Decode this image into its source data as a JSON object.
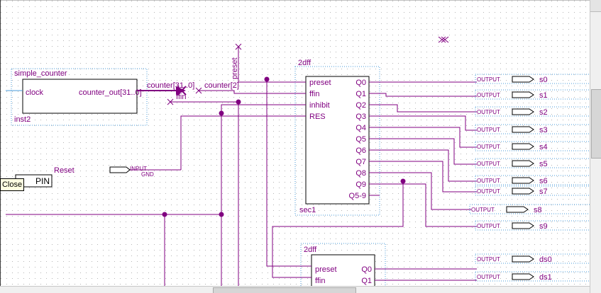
{
  "counter_block": {
    "title": "simple_counter",
    "port_in": "clock",
    "port_out": "counter_out[31..0]",
    "instance": "inst2"
  },
  "dff_block_1": {
    "title": "2dff",
    "inputs": [
      "preset",
      "ffin",
      "inhibit",
      "RES"
    ],
    "outputs": [
      "Q0",
      "Q1",
      "Q2",
      "Q3",
      "Q4",
      "Q5",
      "Q6",
      "Q7",
      "Q8",
      "Q9",
      "Q5-9"
    ],
    "instance": "sec1"
  },
  "dff_block_2": {
    "title": "2dff",
    "inputs": [
      "preset",
      "ffin"
    ],
    "outputs": [
      "Q0",
      "Q1"
    ]
  },
  "nets": {
    "counter_bus": "counter[31..0]",
    "counter_bit": "counter[2]",
    "preset": "preset",
    "ffin": "ffin",
    "reset": "Reset"
  },
  "input_pin": {
    "type": "INPUT",
    "default": "GND"
  },
  "output_pins": [
    {
      "type": "OUTPUT",
      "name": "s0"
    },
    {
      "type": "OUTPUT",
      "name": "s1"
    },
    {
      "type": "OUTPUT",
      "name": "s2"
    },
    {
      "type": "OUTPUT",
      "name": "s3"
    },
    {
      "type": "OUTPUT",
      "name": "s4"
    },
    {
      "type": "OUTPUT",
      "name": "s5"
    },
    {
      "type": "OUTPUT",
      "name": "s6"
    },
    {
      "type": "OUTPUT",
      "name": "s7"
    },
    {
      "type": "OUTPUT",
      "name": "s8"
    },
    {
      "type": "OUTPUT",
      "name": "s9"
    },
    {
      "type": "OUTPUT",
      "name": "ds0"
    },
    {
      "type": "OUTPUT",
      "name": "ds1"
    }
  ],
  "pin_tool": {
    "label": "PIN"
  },
  "tooltip": {
    "label": "Close"
  },
  "colors": {
    "wire": "#800080",
    "text": "#800080",
    "grid": "#b8b8b8",
    "frame": "#4a7fb0",
    "selection": "#4a9bd8"
  }
}
